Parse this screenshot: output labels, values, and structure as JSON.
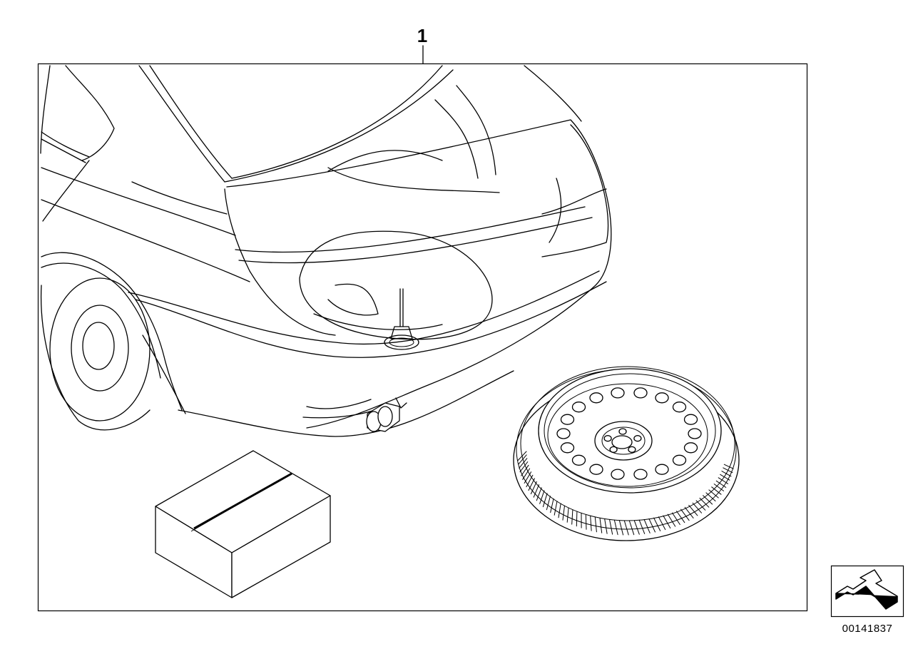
{
  "callout": {
    "part_number": "1"
  },
  "reference": {
    "diagram_id": "00141837"
  },
  "components": [
    {
      "name": "vehicle-rear-section",
      "icon": "car-rear-illustration"
    },
    {
      "name": "kit-box",
      "icon": "box-illustration"
    },
    {
      "name": "spare-wheel",
      "icon": "steel-wheel-illustration"
    },
    {
      "name": "orientation-arrow",
      "icon": "arrow-icon"
    }
  ]
}
